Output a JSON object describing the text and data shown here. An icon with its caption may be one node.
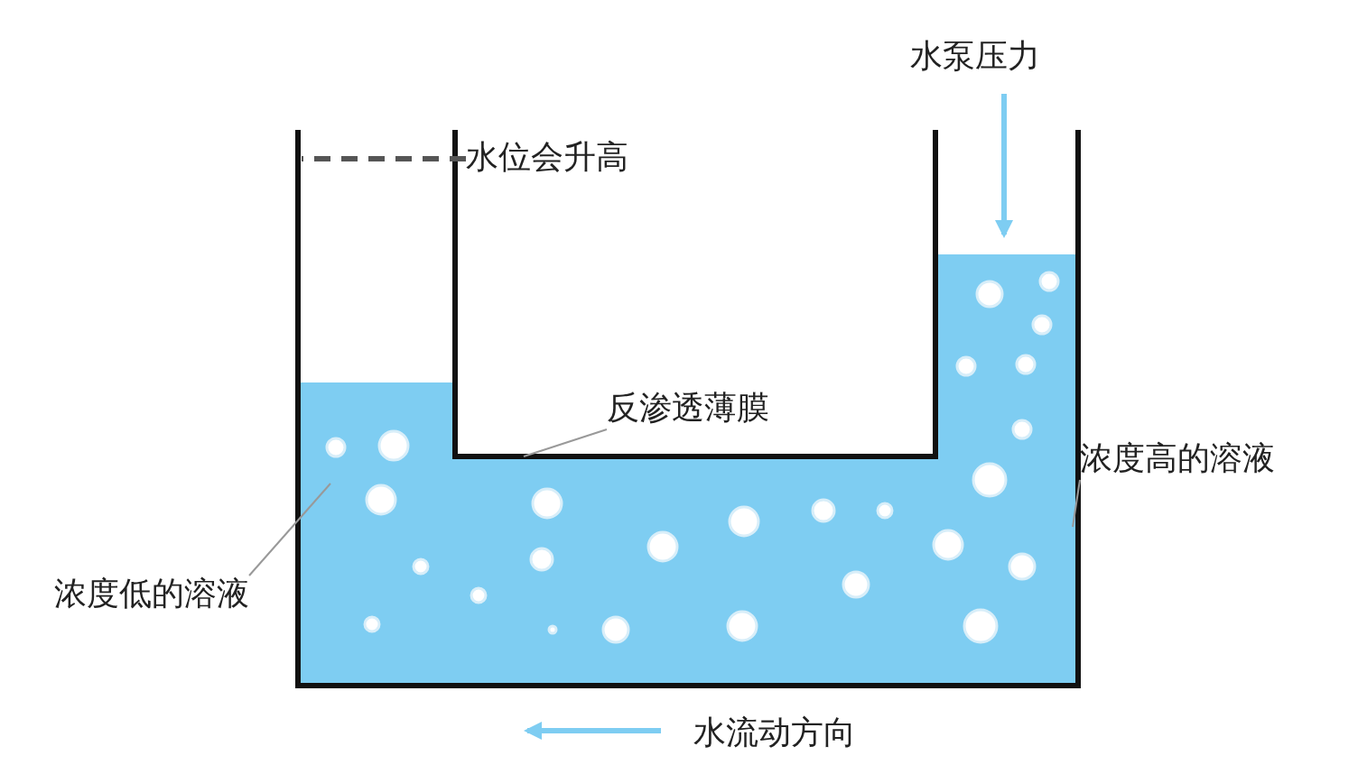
{
  "diagram": {
    "nodes": [
      {
        "text": [
          "水位会升高"
        ]
      },
      {
        "text": [
          "反渗透薄膜"
        ]
      },
      {
        "text": [
          "浓度高的溶液"
        ]
      },
      {
        "text": [
          "浓度低的溶液"
        ]
      }
    ],
    "edges": [
      {
        "from": 0,
        "to": null,
        "arrow": "none",
        "style": "dashed",
        "color": "#555555"
      },
      {
        "from": 1,
        "to": null,
        "arrow": "none"
      },
      {
        "from": 2,
        "to": null,
        "arrow": "none"
      },
      {
        "from": 3,
        "to": null,
        "arrow": "none"
      }
    ],
    "labels": [
      "水泵压力",
      "水流动方向"
    ]
  }
}
